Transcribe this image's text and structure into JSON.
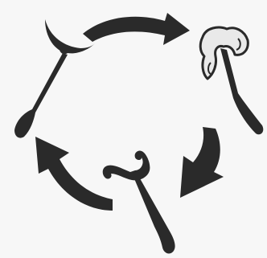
{
  "diagram": {
    "type": "cycle",
    "stages": [
      {
        "name": "crescent-mustache-prop",
        "position": "left"
      },
      {
        "name": "curly-wig-prop",
        "position": "right"
      },
      {
        "name": "handlebar-mustache-prop",
        "position": "bottom"
      }
    ],
    "arrows": [
      {
        "name": "arrow-top",
        "direction": "clockwise"
      },
      {
        "name": "arrow-right",
        "direction": "clockwise"
      },
      {
        "name": "arrow-left",
        "direction": "clockwise"
      }
    ],
    "colors": {
      "background": "#f7f7f7",
      "ink": "#2a2a2a",
      "wig": "#e9e9e9"
    }
  }
}
